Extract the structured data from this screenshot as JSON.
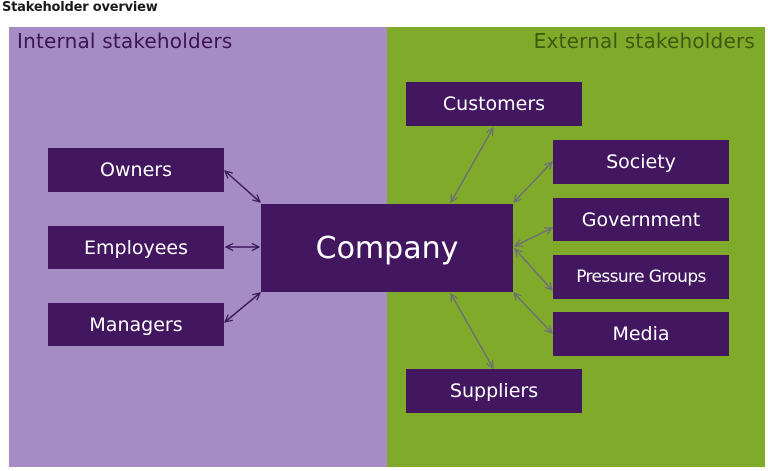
{
  "title": "Stakeholder overview",
  "panels": {
    "internal": {
      "label": "Internal stakeholders",
      "color": "#a58cc4"
    },
    "external": {
      "label": "External stakeholders",
      "color": "#80aa2a"
    }
  },
  "center": {
    "label": "Company"
  },
  "internal_stakeholders": [
    {
      "label": "Owners"
    },
    {
      "label": "Employees"
    },
    {
      "label": "Managers"
    }
  ],
  "external_stakeholders": [
    {
      "label": "Customers"
    },
    {
      "label": "Society"
    },
    {
      "label": "Government"
    },
    {
      "label": "Pressure Groups"
    },
    {
      "label": "Media"
    },
    {
      "label": "Suppliers"
    }
  ],
  "connections": [
    {
      "from": "Owners",
      "to": "Company",
      "type": "bidirectional"
    },
    {
      "from": "Employees",
      "to": "Company",
      "type": "bidirectional"
    },
    {
      "from": "Managers",
      "to": "Company",
      "type": "bidirectional"
    },
    {
      "from": "Customers",
      "to": "Company",
      "type": "bidirectional"
    },
    {
      "from": "Society",
      "to": "Company",
      "type": "bidirectional"
    },
    {
      "from": "Government",
      "to": "Company",
      "type": "bidirectional"
    },
    {
      "from": "Pressure Groups",
      "to": "Company",
      "type": "bidirectional"
    },
    {
      "from": "Media",
      "to": "Company",
      "type": "bidirectional"
    },
    {
      "from": "Suppliers",
      "to": "Company",
      "type": "bidirectional"
    }
  ],
  "colors": {
    "box_fill": "#431660",
    "box_text": "#ffffff",
    "internal_arrow": "#3c1a5a",
    "external_arrow": "#6e6e78"
  }
}
